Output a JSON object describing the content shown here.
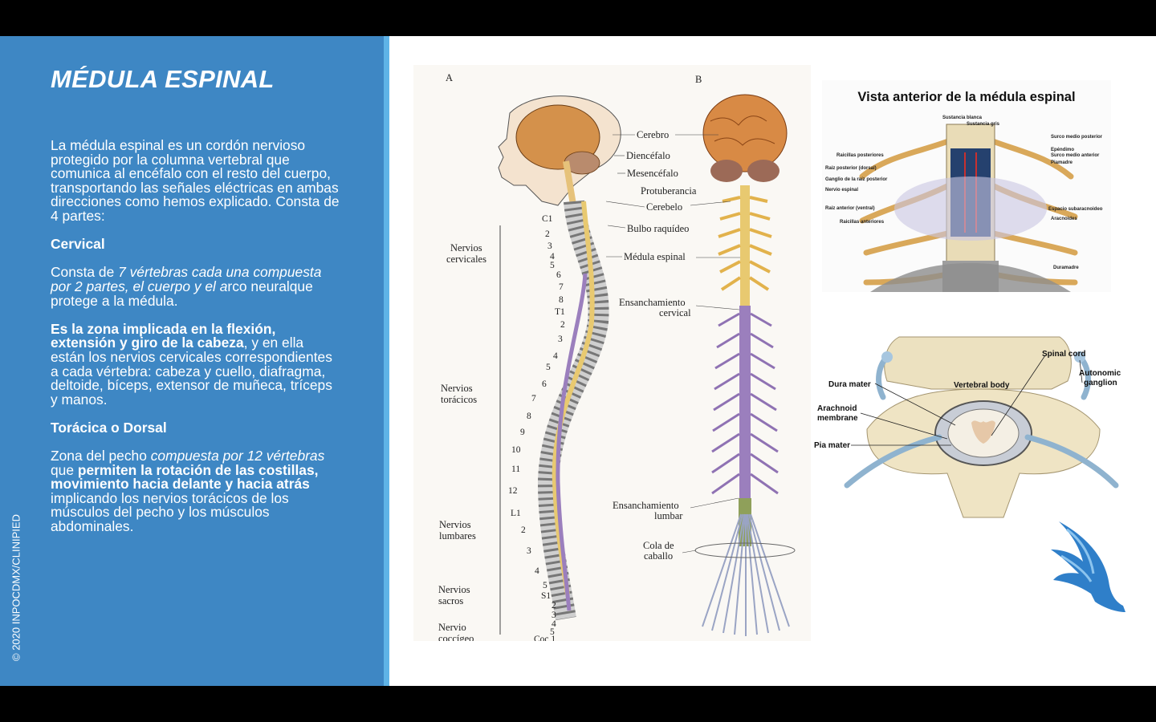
{
  "slide": {
    "title": "MÉDULA ESPINAL",
    "copyright": "© 2020 INPOCDMX/CLINIPIED",
    "intro": "La médula espinal es un cordón nervioso protegido por la columna vertebral que comunica al encéfalo con el resto del cuerpo, transportando las señales eléctricas en ambas direcciones como hemos explicado. Consta de 4 partes:",
    "cervical": {
      "heading": "Cervical",
      "p1_a": "Consta de ",
      "p1_b": "7 vértebras cada una compuesta por 2 partes, el cuerpo y el a",
      "p1_c": "rco neuralque protege a la médula.",
      "p2_a": "Es la zona implicada en la flexión, extensión y giro de la cabeza",
      "p2_b": ", y en ella están los nervios cervicales correspondientes a cada vértebra: cabeza y cuello, diafragma, deltoide, bíceps, extensor de muñeca, tríceps y manos."
    },
    "toracica": {
      "heading": "Torácica o Dorsal",
      "p1_a": "Zona del pecho ",
      "p1_b": "compuesta por 12 vértebras",
      "p1_c": " que ",
      "p1_d": "permiten la rotación de las costillas, movimiento hacia delante y hacia atrás",
      "p1_e": " implicando los nervios torácicos de los músculos del pecho y los músculos abdominales."
    }
  },
  "figure_ab": {
    "panel_a": "A",
    "panel_b": "B",
    "region_labels": [
      "Nervios",
      "cervicales",
      "Nervios",
      "torácicos",
      "Nervios",
      "lumbares",
      "Nervios",
      "sacros",
      "Nervio",
      "coccígeo"
    ],
    "structure_labels": [
      "Cerebro",
      "Diencéfalo",
      "Mesencéfalo",
      "Protuberancia",
      "Cerebelo",
      "Bulbo raquídeo",
      "Médula espinal",
      "Ensanchamiento",
      "cervical",
      "Ensanchamiento",
      "lumbar",
      "Cola de",
      "caballo"
    ],
    "vertebra_labels": [
      "C1",
      "2",
      "3",
      "4",
      "5",
      "6",
      "7",
      "8",
      "T1",
      "2",
      "3",
      "4",
      "5",
      "6",
      "7",
      "8",
      "9",
      "10",
      "11",
      "12",
      "L1",
      "2",
      "3",
      "4",
      "5",
      "S1",
      "2",
      "3",
      "4",
      "5",
      "Coc 1"
    ]
  },
  "figure_anterior": {
    "title": "Vista anterior de la médula espinal",
    "labels": [
      "Sustancia blanca",
      "Sustancia gris",
      "Surco medio posterior",
      "Epéndimo",
      "Surco medio anterior",
      "Piamadre",
      "Raicillas posteriores",
      "Raíz posterior (dorsal)",
      "Ganglio de la raíz posterior",
      "Nervio espinal",
      "Raíz anterior (ventral)",
      "Raicillas anteriores",
      "Espacio subaracnoideo",
      "Aracnoides",
      "Duramadre"
    ]
  },
  "figure_cross": {
    "labels": [
      "Spinal cord",
      "Autonomic",
      "ganglion",
      "Dura mater",
      "Vertebral body",
      "Arachnoid",
      "membrane",
      "Pia mater"
    ]
  },
  "logo": {
    "name": "winged-foot-logo"
  }
}
